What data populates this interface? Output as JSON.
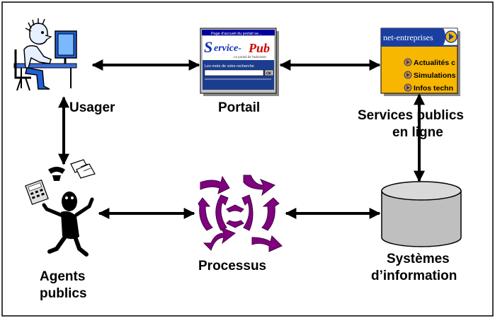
{
  "labels": {
    "usager": "Usager",
    "portail": "Portail",
    "services_line1": "Services publics",
    "services_line2": "en ligne",
    "agents_line1": "Agents",
    "agents_line2": "publics",
    "processus": "Processus",
    "systemes_line1": "Systèmes",
    "systemes_line2": "d’information"
  },
  "portal_window": {
    "titlebar": "Page d'accueil du portail se...",
    "logo_left": "ervice-",
    "logo_s": "S",
    "logo_right": "Pub",
    "tagline": "Le portail de l'administr",
    "search_hint": "Les mots de votre recherche",
    "ok": "OK"
  },
  "net_window": {
    "title": "net-entreprises",
    "items": [
      "Actualités c",
      "Simulations",
      "Infos techn"
    ]
  },
  "colors": {
    "window_blue": "#0000a0",
    "net_yellow": "#f7b600",
    "process_purple": "#800080",
    "cylinder_gray": "#bfbfbf",
    "net_header_blue": "#1a3fa0"
  }
}
